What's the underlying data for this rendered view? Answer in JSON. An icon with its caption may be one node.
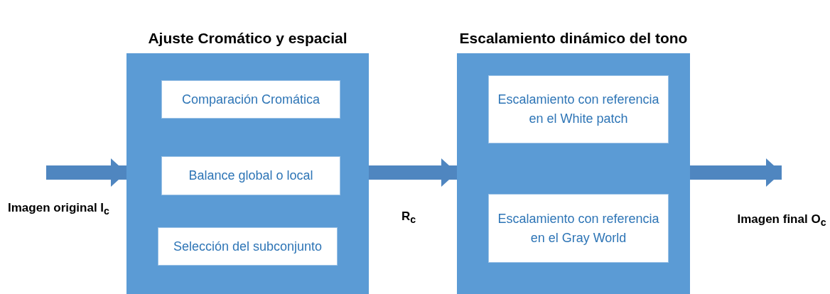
{
  "diagram": {
    "nodes": [
      {
        "text": [
          "Ajuste Cromático y espacial"
        ]
      },
      {
        "text": [
          "Comparación Cromática"
        ],
        "in": 0
      },
      {
        "text": [
          "Balance global o local"
        ],
        "in": 0
      },
      {
        "text": [
          "Selección del subconjunto"
        ],
        "in": 0
      },
      {
        "text": [
          "Escalamiento dinámico del tono"
        ]
      },
      {
        "text": [
          "Escalamiento con referencia en el White patch"
        ],
        "in": 4
      },
      {
        "text": [
          "Escalamiento con referencia en el Gray World"
        ],
        "in": 4
      }
    ],
    "edges": [
      {
        "from": null,
        "to": 0,
        "arrow": "to"
      },
      {
        "from": 0,
        "to": 4,
        "arrow": "to"
      },
      {
        "from": 4,
        "to": null,
        "arrow": "to"
      }
    ],
    "labels": [
      "Imagen original I$_{c}$",
      "R$_{c}$",
      "Imagen final O$_{c}$"
    ]
  }
}
